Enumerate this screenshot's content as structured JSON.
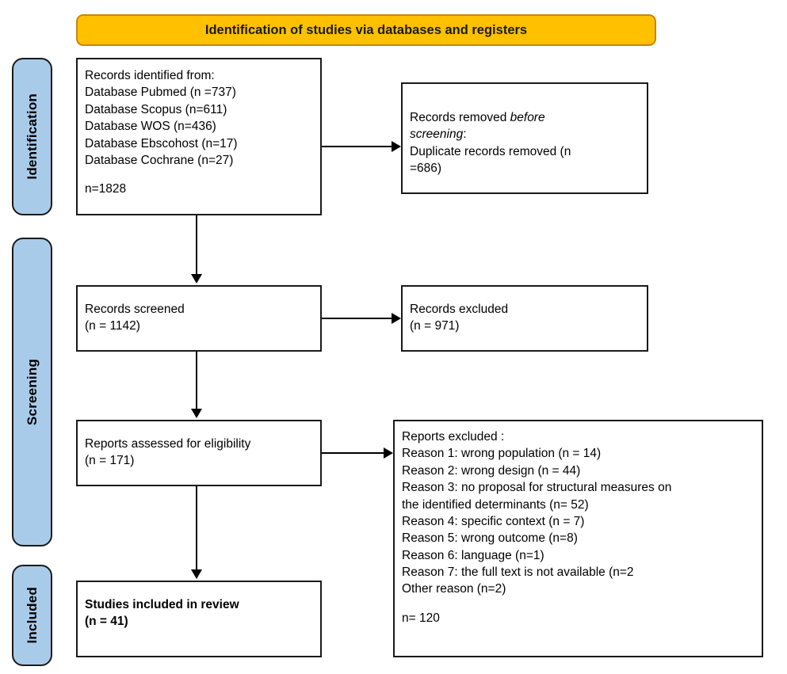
{
  "banner": {
    "title": "Identification of studies via databases and registers"
  },
  "stages": [
    {
      "id": "identification",
      "label": "Identification"
    },
    {
      "id": "screening",
      "label": "Screening"
    },
    {
      "id": "included",
      "label": "Included"
    }
  ],
  "boxes": {
    "records_identified": {
      "name": "records-identified-box",
      "lines": [
        "Records identified from:",
        "Database Pubmed (n =737)",
        "Database Scopus (n=611)",
        "Database WOS (n=436)",
        "Database Ebscohost (n=17)",
        "Database Cochrane (n=27)",
        "",
        "n=1828"
      ]
    },
    "records_removed": {
      "name": "records-removed-box",
      "line_1_pre": "Records removed ",
      "line_1_italic": "before",
      "line_2_italic": "screening",
      "line_2_post": ":",
      "line_3": "Duplicate records removed (n",
      "line_4": "=686)"
    },
    "records_screened": {
      "name": "records-screened-box",
      "lines": [
        "Records screened",
        "(n = 1142)"
      ]
    },
    "records_excluded": {
      "name": "records-excluded-box",
      "lines": [
        "Records excluded",
        "(n = 971)"
      ]
    },
    "reports_assessed": {
      "name": "reports-assessed-box",
      "lines": [
        "Reports assessed for eligibility",
        "(n = 171)"
      ]
    },
    "reports_excluded": {
      "name": "reports-excluded-box",
      "lines": [
        "Reports excluded :",
        "Reason 1: wrong population (n = 14)",
        "Reason 2: wrong design (n = 44)",
        "Reason 3: no proposal for structural measures on",
        "the identified determinants (n= 52)",
        "Reason 4: specific context (n = 7)",
        "Reason 5: wrong outcome (n=8)",
        "Reason 6: language (n=1)",
        "Reason 7: the full text is not available (n=2",
        "Other reason (n=2)",
        "",
        "n= 120"
      ]
    },
    "studies_included": {
      "name": "studies-included-box",
      "lines": [
        "Studies included in review",
        "(n = 41)"
      ]
    }
  },
  "colors": {
    "banner_fill": "#FFC000",
    "banner_border": "#C8860D",
    "stage_fill": "#A9CBEA",
    "stage_border": "#1A1A1A",
    "box_border": "#1A1A1A",
    "box_fill": "#FFFFFF",
    "connector": "#000000",
    "text": "#000000"
  }
}
